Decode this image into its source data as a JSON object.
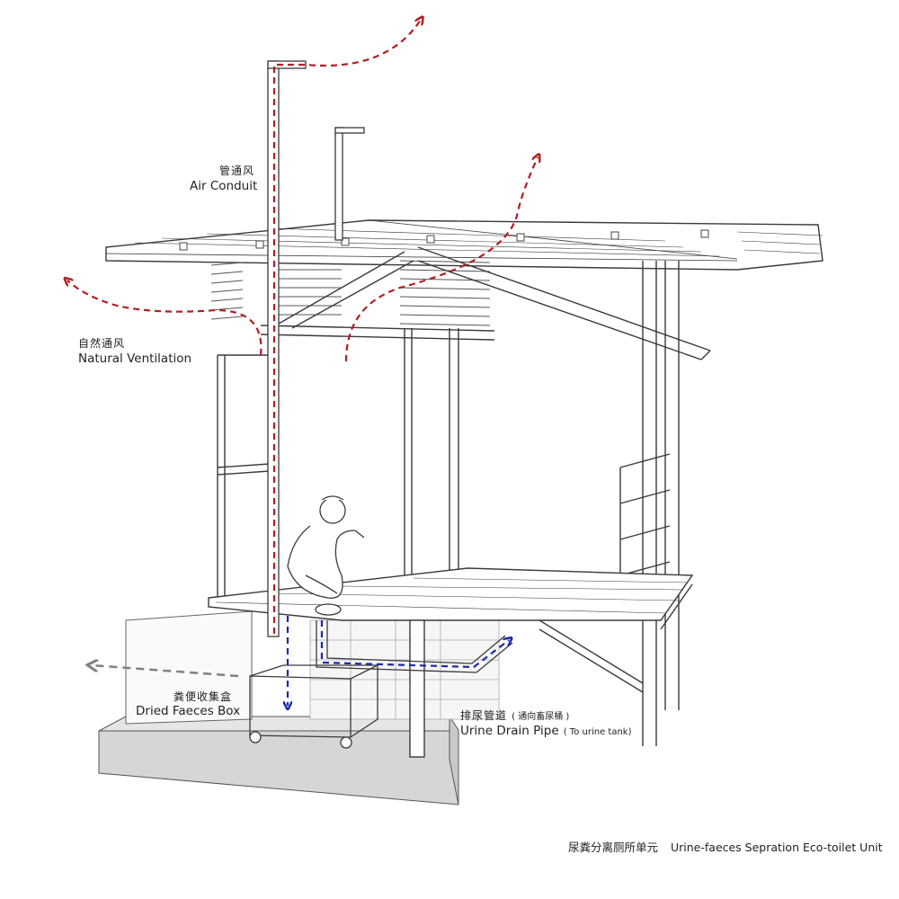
{
  "labels": {
    "air_conduit_zh": "管通风",
    "air_conduit_en": "Air Conduit",
    "ventilation_zh": "自然通风",
    "ventilation_en": "Natural Ventilation",
    "faeces_box_zh": "粪便收集盒",
    "faeces_box_en": "Dried Faeces Box",
    "urine_pipe_zh": "排尿管道",
    "urine_pipe_zh_note": "( 通向畜尿桶 )",
    "urine_pipe_en": "Urine Drain Pipe",
    "urine_pipe_en_note": "( To urine tank)"
  },
  "caption": {
    "zh": "尿粪分离厕所单元",
    "en": "Urine-faeces Sepration Eco-toilet Unit"
  },
  "colors": {
    "airflow": "#b01e23",
    "urine_flow": "#1a2aa8",
    "removal_arrow": "#808080",
    "line": "#3a3a3a",
    "ground": "#d9d9d9"
  }
}
